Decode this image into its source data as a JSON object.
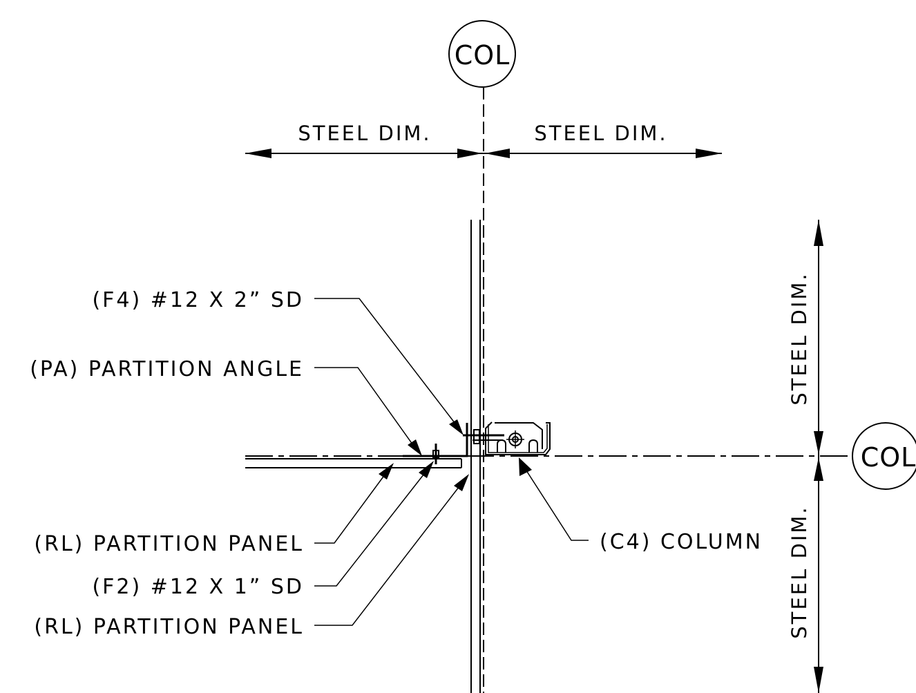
{
  "grid": {
    "col_top_label": "COL",
    "col_right_label": "COL"
  },
  "dimensions": {
    "top_left": "STEEL DIM.",
    "top_right": "STEEL DIM.",
    "right_upper": "STEEL DIM.",
    "right_lower": "STEEL DIM."
  },
  "callouts": {
    "f4_screw": "(F4) #12 X 2” SD",
    "pa_angle": "(PA) PARTITION ANGLE",
    "rl_panel_1": "(RL) PARTITION PANEL",
    "f2_screw": "(F2) #12 X 1” SD",
    "rl_panel_2": "(RL) PARTITION PANEL",
    "c4_column": "(C4) COLUMN"
  },
  "colors": {
    "line": "#000000",
    "background": "#ffffff"
  }
}
